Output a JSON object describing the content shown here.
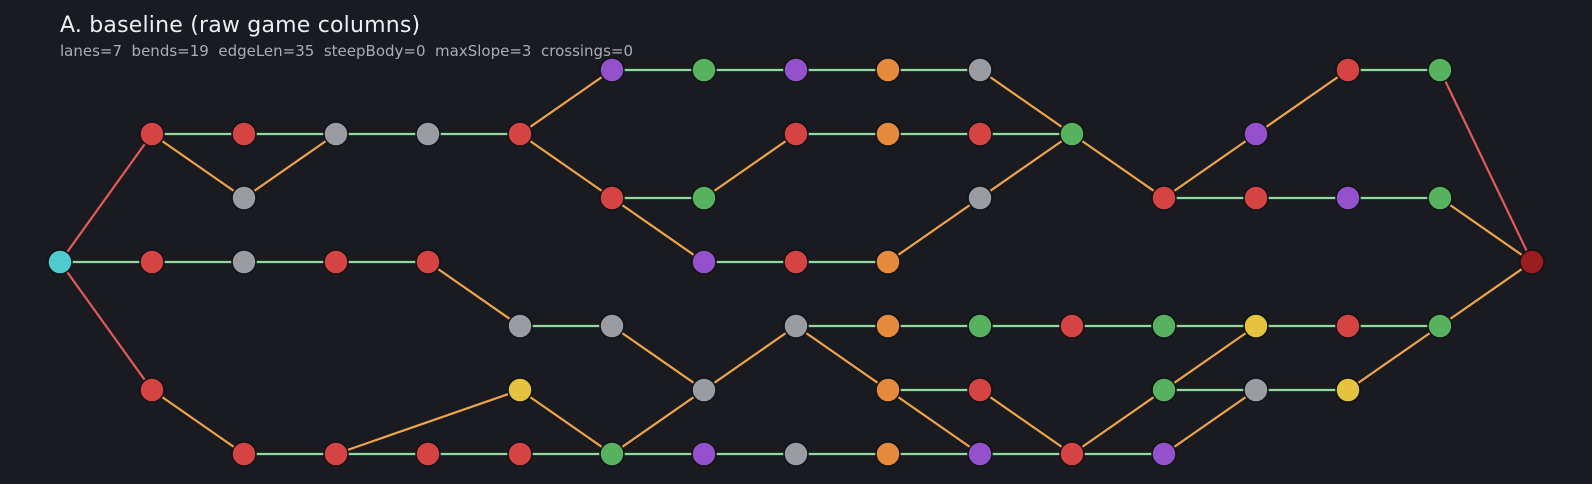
{
  "title": "A. baseline (raw game columns)",
  "stats": "lanes=7  bends=19  edgeLen=35  steepBody=0  maxSlope=3  crossings=0",
  "colors": {
    "background": "#191b21",
    "edge_flat": "#93d898",
    "edge_diagonal": "#efa44a",
    "edge_endpoint": "#e25a5a",
    "cyan": "#4ecbcf",
    "red": "#d64343",
    "grey": "#9a9ca2",
    "green": "#58b15e",
    "purple": "#9550cb",
    "orange": "#e58a3d",
    "yellow": "#e5c33e",
    "darkred": "#9b1d1f"
  },
  "nodes": [
    {
      "id": "n0",
      "col": 0,
      "lane": 3,
      "color": "cyan"
    },
    {
      "id": "n1",
      "col": 1,
      "lane": 1,
      "color": "red"
    },
    {
      "id": "n2",
      "col": 1,
      "lane": 3,
      "color": "red"
    },
    {
      "id": "n3",
      "col": 1,
      "lane": 5,
      "color": "red"
    },
    {
      "id": "n4",
      "col": 2,
      "lane": 1,
      "color": "red"
    },
    {
      "id": "n5",
      "col": 2,
      "lane": 2,
      "color": "grey"
    },
    {
      "id": "n6",
      "col": 2,
      "lane": 3,
      "color": "grey"
    },
    {
      "id": "n7",
      "col": 2,
      "lane": 6,
      "color": "red"
    },
    {
      "id": "n8",
      "col": 3,
      "lane": 1,
      "color": "grey"
    },
    {
      "id": "n9",
      "col": 3,
      "lane": 3,
      "color": "red"
    },
    {
      "id": "n10",
      "col": 3,
      "lane": 6,
      "color": "red"
    },
    {
      "id": "n11",
      "col": 4,
      "lane": 1,
      "color": "grey"
    },
    {
      "id": "n12",
      "col": 4,
      "lane": 3,
      "color": "red"
    },
    {
      "id": "n13",
      "col": 4,
      "lane": 6,
      "color": "red"
    },
    {
      "id": "n14",
      "col": 5,
      "lane": 1,
      "color": "red"
    },
    {
      "id": "n15",
      "col": 5,
      "lane": 4,
      "color": "grey"
    },
    {
      "id": "n16",
      "col": 5,
      "lane": 5,
      "color": "yellow"
    },
    {
      "id": "n17",
      "col": 5,
      "lane": 6,
      "color": "red"
    },
    {
      "id": "n18",
      "col": 6,
      "lane": 0,
      "color": "purple"
    },
    {
      "id": "n19",
      "col": 6,
      "lane": 2,
      "color": "red"
    },
    {
      "id": "n20",
      "col": 6,
      "lane": 4,
      "color": "grey"
    },
    {
      "id": "n21",
      "col": 6,
      "lane": 6,
      "color": "green"
    },
    {
      "id": "n22",
      "col": 7,
      "lane": 0,
      "color": "green"
    },
    {
      "id": "n23",
      "col": 7,
      "lane": 2,
      "color": "green"
    },
    {
      "id": "n24",
      "col": 7,
      "lane": 3,
      "color": "purple"
    },
    {
      "id": "n25",
      "col": 7,
      "lane": 5,
      "color": "grey"
    },
    {
      "id": "n26",
      "col": 7,
      "lane": 6,
      "color": "purple"
    },
    {
      "id": "n27",
      "col": 8,
      "lane": 0,
      "color": "purple"
    },
    {
      "id": "n28",
      "col": 8,
      "lane": 1,
      "color": "red"
    },
    {
      "id": "n29",
      "col": 8,
      "lane": 3,
      "color": "red"
    },
    {
      "id": "n30",
      "col": 8,
      "lane": 4,
      "color": "grey"
    },
    {
      "id": "n31",
      "col": 8,
      "lane": 6,
      "color": "grey"
    },
    {
      "id": "n32",
      "col": 9,
      "lane": 0,
      "color": "orange"
    },
    {
      "id": "n33",
      "col": 9,
      "lane": 1,
      "color": "orange"
    },
    {
      "id": "n34",
      "col": 9,
      "lane": 3,
      "color": "orange"
    },
    {
      "id": "n35",
      "col": 9,
      "lane": 4,
      "color": "orange"
    },
    {
      "id": "n36",
      "col": 9,
      "lane": 5,
      "color": "orange"
    },
    {
      "id": "n37",
      "col": 9,
      "lane": 6,
      "color": "orange"
    },
    {
      "id": "n38",
      "col": 10,
      "lane": 0,
      "color": "grey"
    },
    {
      "id": "n39",
      "col": 10,
      "lane": 1,
      "color": "red"
    },
    {
      "id": "n40",
      "col": 10,
      "lane": 2,
      "color": "grey"
    },
    {
      "id": "n41",
      "col": 10,
      "lane": 4,
      "color": "green"
    },
    {
      "id": "n42",
      "col": 10,
      "lane": 5,
      "color": "red"
    },
    {
      "id": "n43",
      "col": 10,
      "lane": 6,
      "color": "purple"
    },
    {
      "id": "n44",
      "col": 11,
      "lane": 1,
      "color": "green"
    },
    {
      "id": "n45",
      "col": 11,
      "lane": 4,
      "color": "red"
    },
    {
      "id": "n46",
      "col": 11,
      "lane": 6,
      "color": "red"
    },
    {
      "id": "n47",
      "col": 12,
      "lane": 2,
      "color": "red"
    },
    {
      "id": "n48",
      "col": 12,
      "lane": 4,
      "color": "green"
    },
    {
      "id": "n49",
      "col": 12,
      "lane": 5,
      "color": "green"
    },
    {
      "id": "n50",
      "col": 12,
      "lane": 6,
      "color": "purple"
    },
    {
      "id": "n51",
      "col": 13,
      "lane": 1,
      "color": "purple"
    },
    {
      "id": "n52",
      "col": 13,
      "lane": 2,
      "color": "red"
    },
    {
      "id": "n53",
      "col": 13,
      "lane": 4,
      "color": "yellow"
    },
    {
      "id": "n54",
      "col": 13,
      "lane": 5,
      "color": "grey"
    },
    {
      "id": "n55",
      "col": 14,
      "lane": 0,
      "color": "red"
    },
    {
      "id": "n56",
      "col": 14,
      "lane": 2,
      "color": "purple"
    },
    {
      "id": "n57",
      "col": 14,
      "lane": 4,
      "color": "red"
    },
    {
      "id": "n58",
      "col": 14,
      "lane": 5,
      "color": "yellow"
    },
    {
      "id": "n59",
      "col": 15,
      "lane": 0,
      "color": "green"
    },
    {
      "id": "n60",
      "col": 15,
      "lane": 2,
      "color": "green"
    },
    {
      "id": "n61",
      "col": 15,
      "lane": 4,
      "color": "green"
    },
    {
      "id": "n62",
      "col": 16,
      "lane": 3,
      "color": "darkred"
    }
  ],
  "edges": [
    [
      "n0",
      "n1"
    ],
    [
      "n0",
      "n2"
    ],
    [
      "n0",
      "n3"
    ],
    [
      "n1",
      "n4"
    ],
    [
      "n1",
      "n5"
    ],
    [
      "n5",
      "n8"
    ],
    [
      "n4",
      "n8"
    ],
    [
      "n8",
      "n11"
    ],
    [
      "n11",
      "n14"
    ],
    [
      "n14",
      "n18"
    ],
    [
      "n14",
      "n19"
    ],
    [
      "n18",
      "n22"
    ],
    [
      "n22",
      "n27"
    ],
    [
      "n27",
      "n32"
    ],
    [
      "n32",
      "n38"
    ],
    [
      "n38",
      "n44"
    ],
    [
      "n19",
      "n23"
    ],
    [
      "n19",
      "n24"
    ],
    [
      "n23",
      "n28"
    ],
    [
      "n28",
      "n33"
    ],
    [
      "n33",
      "n39"
    ],
    [
      "n39",
      "n44"
    ],
    [
      "n24",
      "n29"
    ],
    [
      "n29",
      "n34"
    ],
    [
      "n34",
      "n40"
    ],
    [
      "n40",
      "n44"
    ],
    [
      "n44",
      "n47"
    ],
    [
      "n47",
      "n51"
    ],
    [
      "n51",
      "n55"
    ],
    [
      "n55",
      "n59"
    ],
    [
      "n59",
      "n62"
    ],
    [
      "n47",
      "n52"
    ],
    [
      "n52",
      "n56"
    ],
    [
      "n56",
      "n60"
    ],
    [
      "n60",
      "n62"
    ],
    [
      "n2",
      "n6"
    ],
    [
      "n6",
      "n9"
    ],
    [
      "n9",
      "n12"
    ],
    [
      "n12",
      "n15"
    ],
    [
      "n15",
      "n20"
    ],
    [
      "n20",
      "n25"
    ],
    [
      "n25",
      "n30"
    ],
    [
      "n30",
      "n35"
    ],
    [
      "n35",
      "n41"
    ],
    [
      "n41",
      "n45"
    ],
    [
      "n45",
      "n48"
    ],
    [
      "n48",
      "n53"
    ],
    [
      "n53",
      "n57"
    ],
    [
      "n57",
      "n61"
    ],
    [
      "n61",
      "n62"
    ],
    [
      "n30",
      "n36"
    ],
    [
      "n36",
      "n42"
    ],
    [
      "n42",
      "n46"
    ],
    [
      "n36",
      "n43"
    ],
    [
      "n46",
      "n49"
    ],
    [
      "n49",
      "n53"
    ],
    [
      "n49",
      "n54"
    ],
    [
      "n46",
      "n50"
    ],
    [
      "n50",
      "n54"
    ],
    [
      "n54",
      "n58"
    ],
    [
      "n58",
      "n61"
    ],
    [
      "n3",
      "n7"
    ],
    [
      "n7",
      "n10"
    ],
    [
      "n10",
      "n13"
    ],
    [
      "n10",
      "n16"
    ],
    [
      "n13",
      "n17"
    ],
    [
      "n16",
      "n21"
    ],
    [
      "n17",
      "n21"
    ],
    [
      "n21",
      "n25"
    ],
    [
      "n21",
      "n26"
    ],
    [
      "n26",
      "n31"
    ],
    [
      "n31",
      "n37"
    ],
    [
      "n37",
      "n43"
    ],
    [
      "n43",
      "n46"
    ]
  ]
}
